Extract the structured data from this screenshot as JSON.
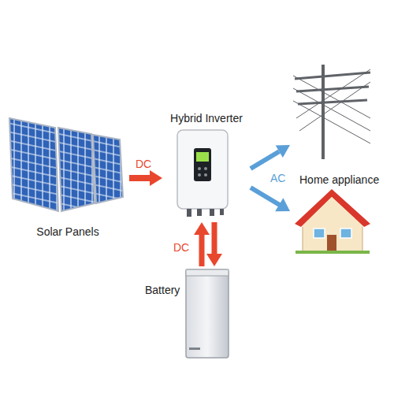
{
  "diagram": {
    "nodes": [
      {
        "text": [
          "Solar Panels"
        ]
      },
      {
        "text": [
          "Hybrid Inverter"
        ]
      },
      {
        "text": [
          "Battery"
        ]
      },
      {
        "text": [
          "Home appliance"
        ]
      }
    ],
    "edges": [
      {
        "from": 0,
        "to": 1,
        "label": "DC",
        "arrow": "to"
      },
      {
        "from": 1,
        "to": 2,
        "label": "DC",
        "arrow": "both"
      },
      {
        "from": 1,
        "to": 3,
        "label": "AC",
        "arrow": "to"
      }
    ]
  }
}
